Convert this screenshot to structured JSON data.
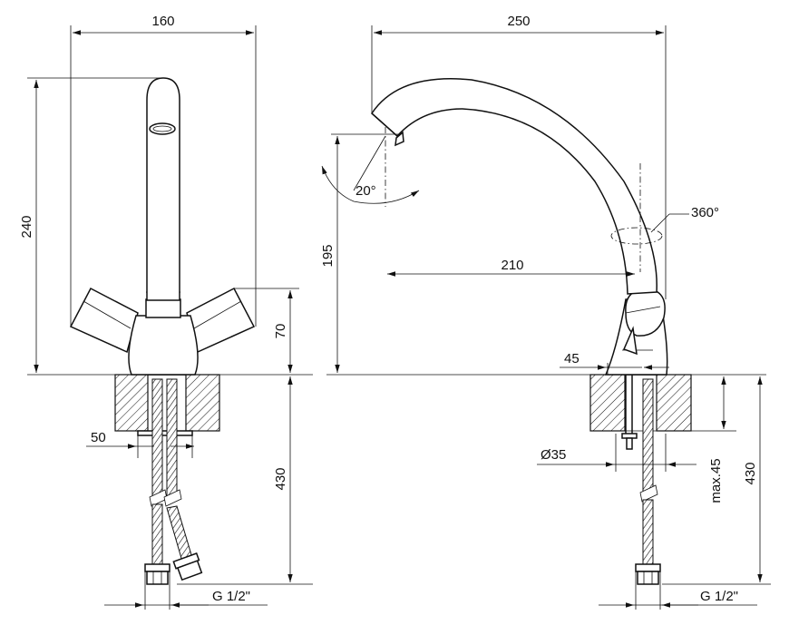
{
  "dimensions": {
    "front_width": "160",
    "front_height": "240",
    "handles_height": "70",
    "hole_spacing": "50",
    "front_hose_length": "430",
    "front_thread": "G 1/2\"",
    "side_reach": "250",
    "side_height": "195",
    "tilt_angle": "20°",
    "rotation": "360°",
    "spout_reach": "210",
    "base_width": "45",
    "hole_diameter": "Ø35",
    "max_thickness": "max.45",
    "side_hose_length": "430",
    "side_thread": "G 1/2\""
  }
}
